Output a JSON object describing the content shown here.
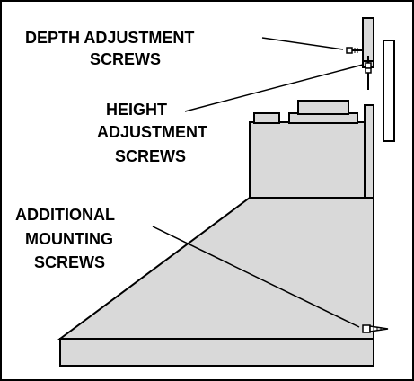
{
  "labels": {
    "depth": {
      "line1": "DEPTH ADJUSTMENT",
      "line2": "SCREWS"
    },
    "height": {
      "line1": "HEIGHT",
      "line2": "ADJUSTMENT",
      "line3": "SCREWS"
    },
    "mounting": {
      "line1": "ADDITIONAL",
      "line2": "MOUNTING",
      "line3": "SCREWS"
    }
  },
  "colors": {
    "hood_fill": "#d9d9d9",
    "outline": "#000000",
    "background": "#ffffff"
  }
}
